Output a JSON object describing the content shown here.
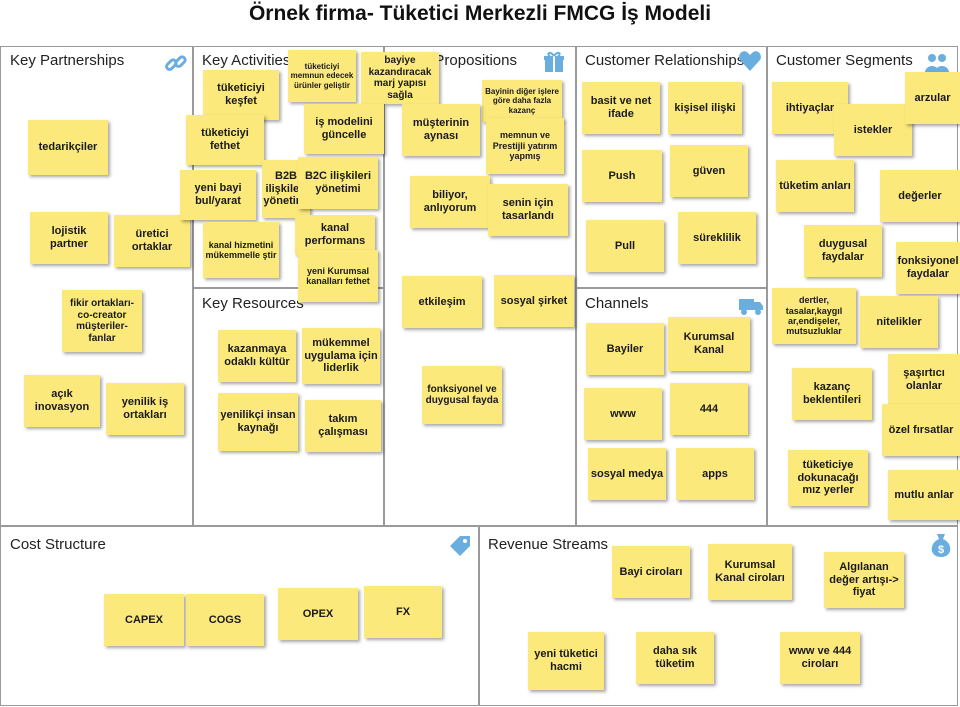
{
  "title": "Örnek firma- Tüketici Merkezli FMCG İş Modeli",
  "sections": {
    "key_partnerships": "Key Partnerships",
    "key_activities": "Key Activities",
    "value_propositions": "Value Propositions",
    "customer_relationships": "Customer Relationships",
    "customer_segments": "Customer Segments",
    "key_resources": "Key Resources",
    "channels": "Channels",
    "cost_structure": "Cost Structure",
    "revenue_streams": "Revenue Streams"
  },
  "icons": {
    "key_partnerships": "link-icon",
    "value_propositions": "gift-icon",
    "customer_relationships": "heart-icon",
    "customer_segments": "people-icon",
    "channels": "truck-icon",
    "cost_structure": "tag-icon",
    "revenue_streams": "money-bag-icon"
  },
  "notes": [
    "tedarikçiler",
    "lojistik partner",
    "üretici ortaklar",
    "fikir ortakları-co-creator müşteriler-fanlar",
    "açık inovasyon",
    "yenilik iş ortakları",
    "tüketiciyi keşfet",
    "tüketiciyi memnun edecek ürünler geliştir",
    "bayiye kazandıracak marj yapısı sağla",
    "tüketiciyi fethet",
    "iş modelini güncelle",
    "yeni bayi bul/yarat",
    "B2B ilişkileri yönetimi",
    "B2C ilişkileri yönetimi",
    "kanal hizmetini mükemmelle ştir",
    "kanal performans",
    "yeni Kurumsal kanalları fethet",
    "kazanmaya odaklı kültür",
    "mükemmel uygulama için liderlik",
    "yenilikçi insan kaynağı",
    "takım çalışması",
    "Bayinin diğer işlere göre daha fazla kazanç",
    "müşterinin aynası",
    "memnun ve Prestijli yatırım yapmış",
    "biliyor, anlıyorum",
    "senin için tasarlandı",
    "etkileşim",
    "sosyal şirket",
    "fonksiyonel ve duygusal fayda",
    "basit ve net ifade",
    "kişisel ilişki",
    "Push",
    "güven",
    "Pull",
    "süreklilik",
    "Bayiler",
    "Kurumsal Kanal",
    "www",
    "444",
    "sosyal medya",
    "apps",
    "ihtiyaçlar",
    "istekler",
    "arzular",
    "tüketim anları",
    "değerler",
    "duygusal faydalar",
    "fonksiyonel faydalar",
    "dertler, tasalar,kaygıl ar,endişeler, mutsuzluklar",
    "nitelikler",
    "kazanç beklentileri",
    "şaşırtıcı olanlar",
    "özel fırsatlar",
    "tüketiciye dokunacağı mız yerler",
    "mutlu anlar",
    "CAPEX",
    "COGS",
    "OPEX",
    "FX",
    "Bayi ciroları",
    "Kurumsal Kanal ciroları",
    "Algılanan değer artışı-> fiyat",
    "yeni tüketici hacmi",
    "daha sık tüketim",
    "www ve 444 ciroları"
  ]
}
